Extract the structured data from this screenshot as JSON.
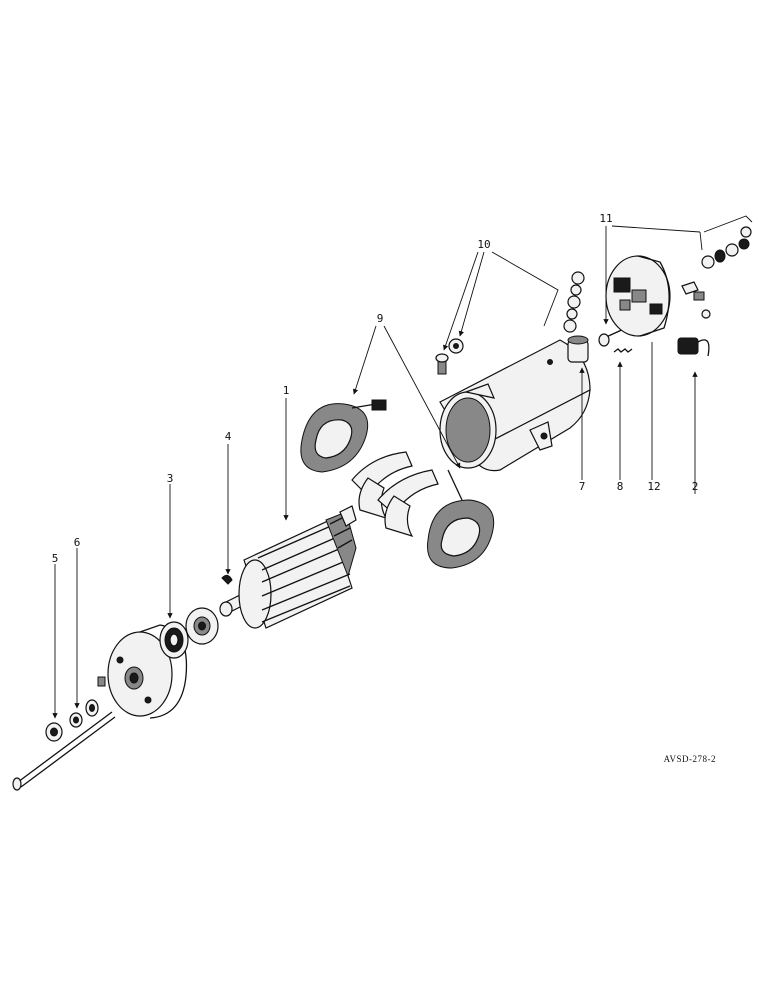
{
  "callouts": {
    "c1": "1",
    "c2": "2",
    "c3": "3",
    "c4": "4",
    "c5": "5",
    "c6": "6",
    "c7": "7",
    "c8": "8",
    "c9": "9",
    "c10": "10",
    "c11": "11",
    "c12": "12"
  },
  "reference_code": "AVSD-278-2"
}
